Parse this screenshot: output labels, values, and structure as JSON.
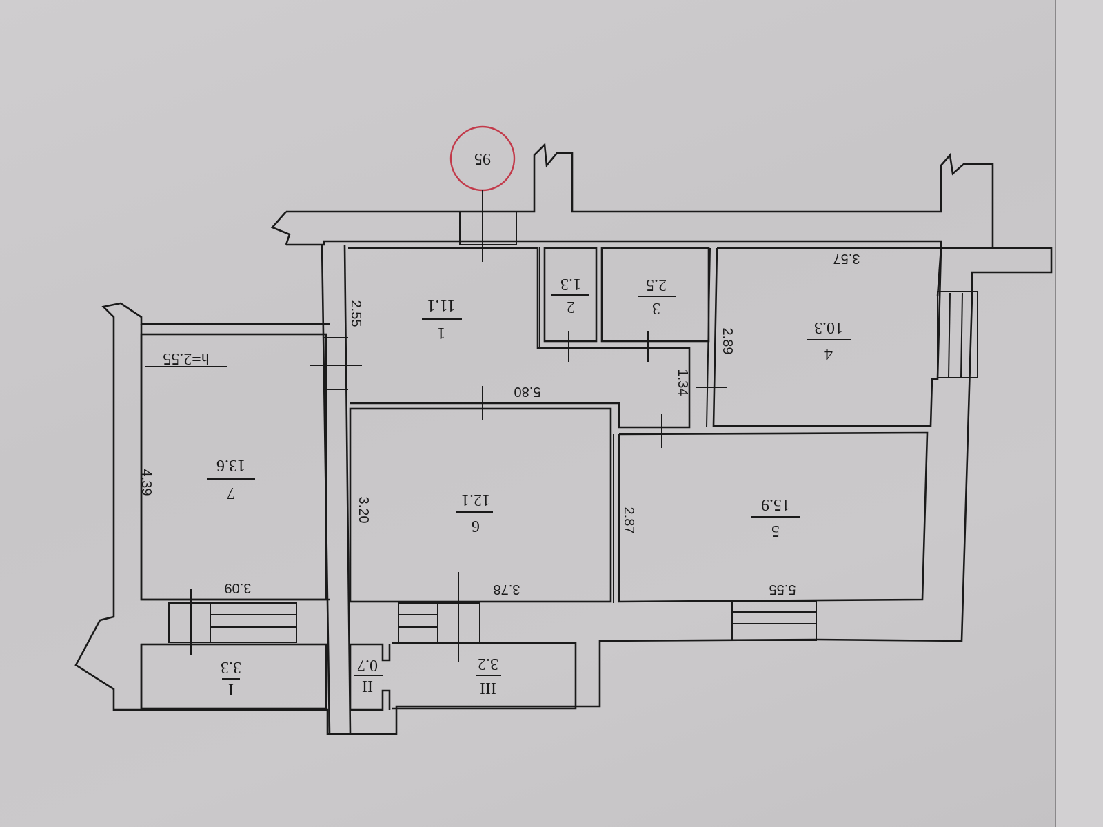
{
  "plan": {
    "orientation": "rotated-180",
    "marker": {
      "label": "95",
      "color": "#c23a4a"
    },
    "ceiling_height": "h=2.55",
    "rooms": [
      {
        "id": "1",
        "number": "1",
        "area": "11.1"
      },
      {
        "id": "2",
        "number": "2",
        "area": "1.3"
      },
      {
        "id": "3",
        "number": "3",
        "area": "2.5"
      },
      {
        "id": "4",
        "number": "4",
        "area": "10.3"
      },
      {
        "id": "5",
        "number": "5",
        "area": "15.9"
      },
      {
        "id": "6",
        "number": "6",
        "area": "12.1"
      },
      {
        "id": "7",
        "number": "7",
        "area": "13.6"
      },
      {
        "id": "I",
        "number": "I",
        "area": "3.3"
      },
      {
        "id": "II",
        "number": "II",
        "area": "0.7"
      },
      {
        "id": "III",
        "number": "III",
        "area": "3.2"
      }
    ],
    "dimensions": {
      "d_357": "3.57",
      "d_255": "2.55",
      "d_289": "2.89",
      "d_134": "1.34",
      "d_580": "5.80",
      "d_439": "4.39",
      "d_320": "3.20",
      "d_287": "2.87",
      "d_309": "3.09",
      "d_378": "3.78",
      "d_555": "5.55"
    }
  }
}
